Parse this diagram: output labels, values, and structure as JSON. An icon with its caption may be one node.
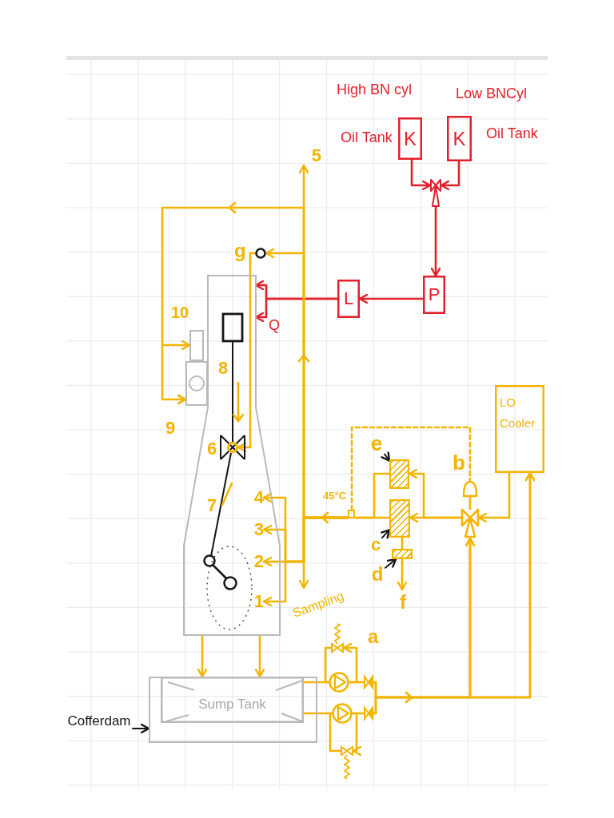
{
  "diagram": {
    "nodes": [
      {
        "text": [
          "K"
        ],
        "beside": [
          "High BN cyl",
          "Oil Tank"
        ]
      },
      {
        "text": [
          "K"
        ],
        "beside": [
          "Low BNCyl",
          "Oil Tank"
        ]
      },
      {
        "text": [],
        "shape": "valve"
      },
      {
        "text": [
          "P"
        ]
      },
      {
        "text": [
          "L"
        ]
      },
      {
        "text": [],
        "shape": "circle",
        "beside": [
          "g"
        ]
      },
      {
        "text": [],
        "shape": "picture"
      },
      {
        "text": [],
        "shape": "box",
        "beside": [
          "10"
        ]
      },
      {
        "text": [],
        "shape": "box",
        "beside": [
          "9"
        ]
      },
      {
        "text": [],
        "shape": "circle",
        "beside": [
          "6"
        ],
        "in": 6
      },
      {
        "text": [
          "4"
        ],
        "in": 6
      },
      {
        "text": [
          "3"
        ],
        "in": 6
      },
      {
        "text": [
          "2"
        ],
        "in": 6
      },
      {
        "text": [
          "1"
        ],
        "in": 6
      },
      {
        "text": [
          "5"
        ]
      },
      {
        "text": [
          "LO Cooler"
        ]
      },
      {
        "text": [
          "e"
        ]
      },
      {
        "text": [],
        "shape": "box"
      },
      {
        "text": [],
        "shape": "valve",
        "beside": [
          "b"
        ]
      },
      {
        "text": [],
        "shape": "box",
        "beside": [
          "45°C"
        ]
      },
      {
        "text": [],
        "shape": "box"
      },
      {
        "text": [
          "c"
        ]
      },
      {
        "text": [],
        "shape": "box"
      },
      {
        "text": [
          "d"
        ]
      },
      {
        "text": [
          "Sampling"
        ]
      },
      {
        "text": [
          "f"
        ]
      },
      {
        "text": [],
        "shape": "valve"
      },
      {
        "text": [],
        "shape": "box"
      },
      {
        "text": [
          "Sump Tank"
        ],
        "in": 27
      },
      {
        "text": [],
        "shape": "pump"
      },
      {
        "text": [],
        "shape": "valve"
      },
      {
        "text": [],
        "shape": "pump"
      },
      {
        "text": [],
        "shape": "valve"
      },
      {
        "text": [
          "Cofferdam"
        ]
      },
      {
        "text": [],
        "shape": "valve"
      }
    ],
    "edges": [
      {
        "from": 0,
        "to": 2,
        "arrow": "to",
        "color": "#e2202a"
      },
      {
        "from": 1,
        "to": 2,
        "arrow": "to",
        "color": "#e2202a"
      },
      {
        "from": 2,
        "to": 3,
        "arrow": "to",
        "color": "#e2202a"
      },
      {
        "from": 3,
        "to": 4,
        "arrow": "to",
        "color": "#e2202a"
      },
      {
        "from": 4,
        "to": 6,
        "arrow": "to",
        "color": "#e2202a"
      },
      {
        "from": 4,
        "to": 6,
        "arrow": "to",
        "color": "#e2202a"
      },
      {
        "from": 19,
        "to": 14,
        "arrow": "to"
      },
      {
        "from": 19,
        "to": 7,
        "arrow": "to"
      },
      {
        "from": 19,
        "to": 8,
        "arrow": "to"
      },
      {
        "from": 19,
        "to": 5,
        "arrow": "to"
      },
      {
        "from": 5,
        "to": 9,
        "arrow": "to"
      },
      {
        "from": 19,
        "to": 10,
        "arrow": "to"
      },
      {
        "from": 19,
        "to": 11,
        "arrow": "to"
      },
      {
        "from": 19,
        "to": 12,
        "arrow": "to"
      },
      {
        "from": 19,
        "to": 13,
        "arrow": "to"
      },
      {
        "from": 19,
        "to": 24,
        "arrow": "to"
      },
      {
        "from": 16,
        "to": 17,
        "arrow": "to",
        "color": "#161616"
      },
      {
        "from": 15,
        "to": 18,
        "arrow": "to"
      },
      {
        "from": 18,
        "to": 20,
        "arrow": "to"
      },
      {
        "from": 18,
        "to": 17,
        "arrow": "to"
      },
      {
        "from": 20,
        "to": 19,
        "arrow": "none"
      },
      {
        "from": 17,
        "to": 19,
        "arrow": "none"
      },
      {
        "from": 19,
        "to": 18,
        "arrow": "none",
        "style": "dashed"
      },
      {
        "from": 21,
        "to": 20,
        "arrow": "to",
        "color": "#161616"
      },
      {
        "from": 20,
        "to": 22,
        "arrow": "none"
      },
      {
        "from": 23,
        "to": 22,
        "arrow": "to",
        "color": "#161616"
      },
      {
        "from": 22,
        "to": 25,
        "arrow": "to"
      },
      {
        "from": 6,
        "to": 28,
        "arrow": "to"
      },
      {
        "from": 6,
        "to": 28,
        "arrow": "to"
      },
      {
        "from": 33,
        "to": 27,
        "arrow": "to",
        "color": "#161616"
      },
      {
        "from": 28,
        "to": 29,
        "arrow": "none"
      },
      {
        "from": 28,
        "to": 31,
        "arrow": "none"
      },
      {
        "from": 29,
        "to": 30,
        "arrow": "none"
      },
      {
        "from": 31,
        "to": 32,
        "arrow": "none"
      },
      {
        "from": 30,
        "to": 15,
        "arrow": "to"
      },
      {
        "from": 32,
        "to": 15,
        "arrow": "to"
      },
      {
        "from": 30,
        "to": 18,
        "arrow": "to"
      },
      {
        "from": 32,
        "to": 18,
        "arrow": "to"
      },
      {
        "from": 29,
        "to": 26,
        "arrow": "to"
      },
      {
        "from": 26,
        "to": 29,
        "arrow": "none"
      },
      {
        "from": 31,
        "to": 34,
        "arrow": "to"
      },
      {
        "from": 34,
        "to": 31,
        "arrow": "none"
      }
    ],
    "labels": [
      "Q",
      "8",
      "7",
      "a"
    ]
  }
}
